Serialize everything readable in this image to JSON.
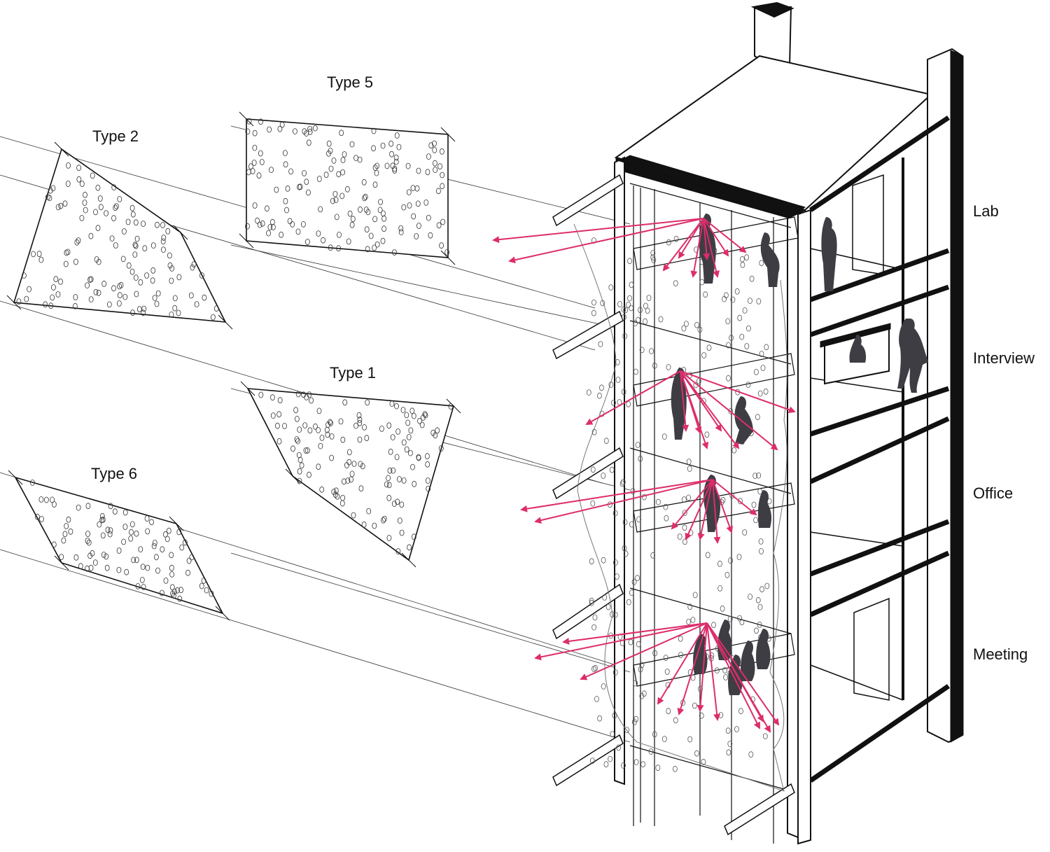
{
  "panel_types": [
    {
      "id": "type5",
      "label": "Type 5"
    },
    {
      "id": "type2",
      "label": "Type 2"
    },
    {
      "id": "type1",
      "label": "Type 1"
    },
    {
      "id": "type6",
      "label": "Type 6"
    }
  ],
  "floors": [
    {
      "id": "lab",
      "label": "Lab"
    },
    {
      "id": "interview",
      "label": "Interview"
    },
    {
      "id": "office",
      "label": "Office"
    },
    {
      "id": "meeting",
      "label": "Meeting"
    }
  ],
  "colors": {
    "arrow": "#dd2d6b",
    "line": "#111111",
    "figure": "#4a4850",
    "background": "#ffffff"
  }
}
